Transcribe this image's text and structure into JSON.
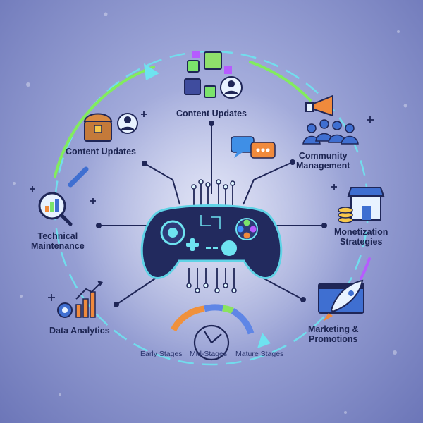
{
  "nodes": {
    "top_content_updates": "Content Updates",
    "left_content_updates": "Content Updates",
    "community_management": [
      "Community",
      "Management"
    ],
    "technical_maintenance": [
      "Technical",
      "Maintenance"
    ],
    "monetization_strategies": [
      "Monetization",
      "Strategies"
    ],
    "data_analytics": "Data Analytics",
    "marketing_promotions": [
      "Marketing &",
      "Promotions"
    ]
  },
  "stages": {
    "early": "Early Stages",
    "mid": "Mid-Stages",
    "mature": "Mature Stages"
  },
  "colors": {
    "navy": "#1f2657",
    "cyan": "#5fd3e6",
    "green": "#7be36b",
    "orange": "#f08a3c",
    "blue": "#3f6fd1",
    "purple": "#b65cff"
  }
}
